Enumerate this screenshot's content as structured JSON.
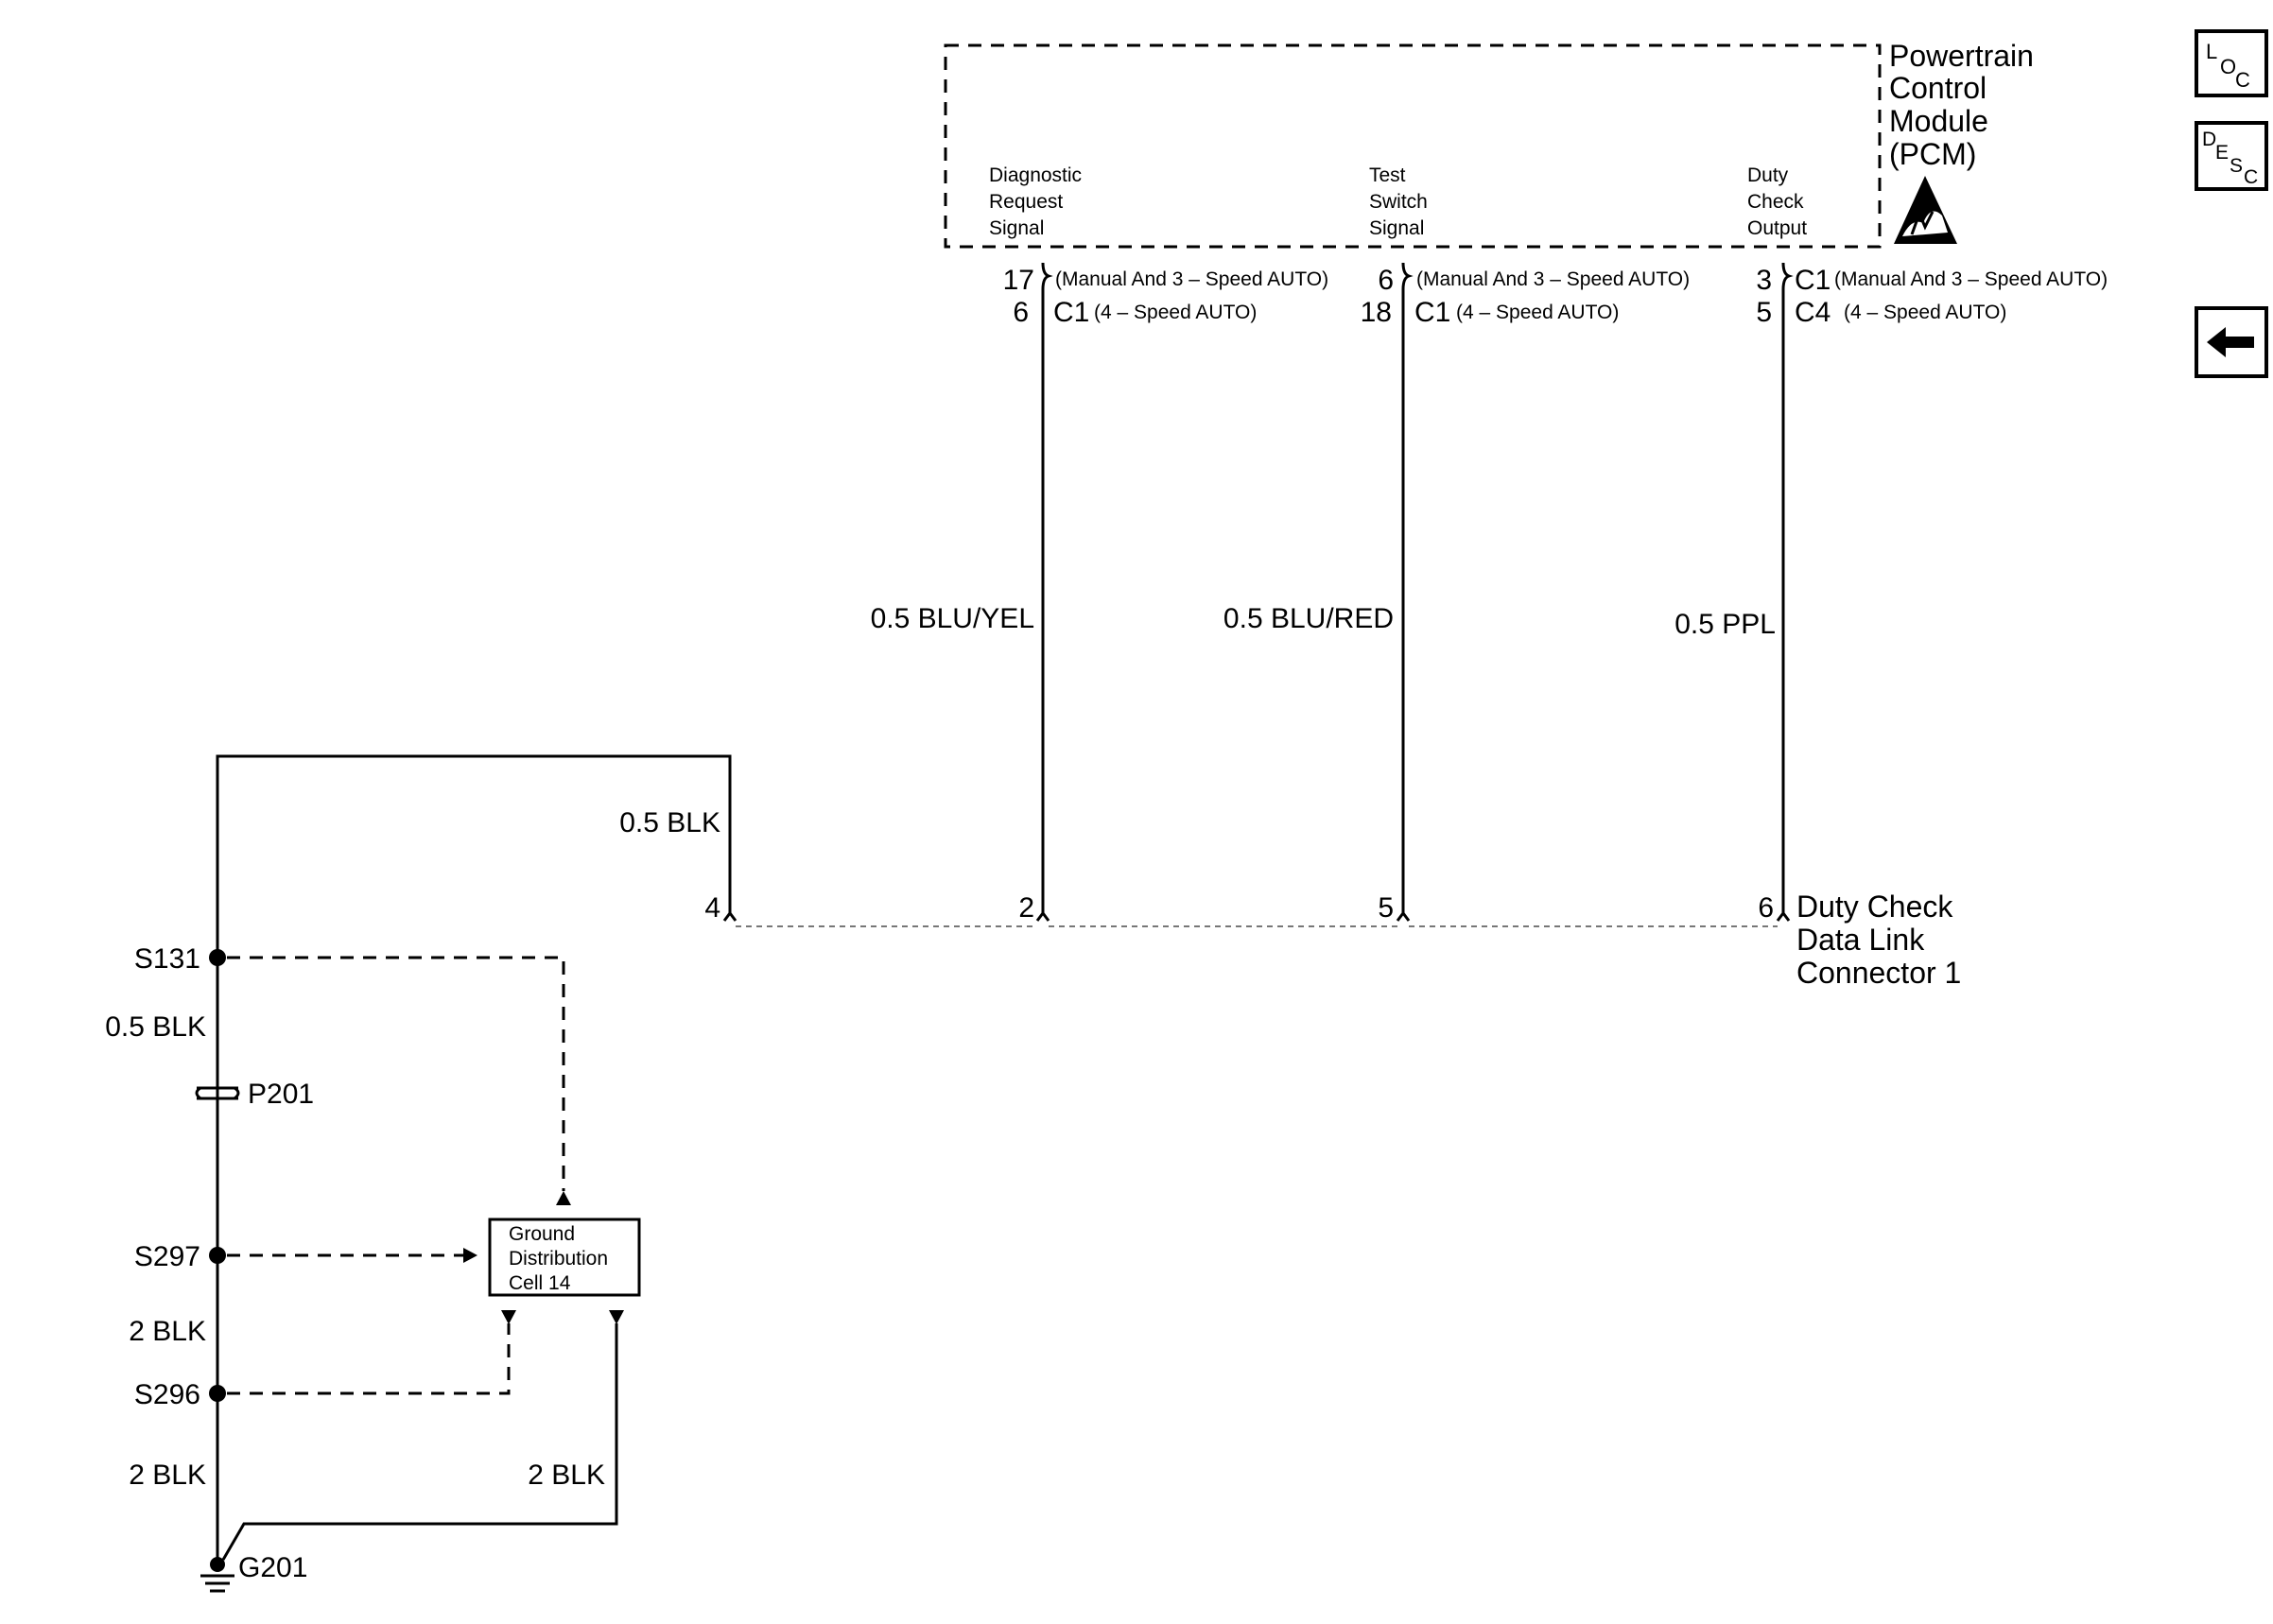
{
  "pcm": {
    "name_lines": [
      "Powertrain",
      "Control",
      "Module",
      "(PCM)"
    ],
    "esd_icon": "esd-sensitive-icon",
    "signals": [
      {
        "lines": [
          "Diagnostic",
          "Request",
          "Signal"
        ]
      },
      {
        "lines": [
          "Test",
          "Switch",
          "Signal"
        ]
      },
      {
        "lines": [
          "Duty",
          "Check",
          "Output"
        ]
      }
    ]
  },
  "pins": [
    {
      "top_pin": "17",
      "top_conn": "",
      "top_note": "(Manual And 3 – Speed AUTO)",
      "bot_pin": "6",
      "bot_conn": "C1",
      "bot_note": "(4 – Speed AUTO)"
    },
    {
      "top_pin": "6",
      "top_conn": "",
      "top_note": "(Manual And 3 – Speed AUTO)",
      "bot_pin": "18",
      "bot_conn": "C1",
      "bot_note": "(4 – Speed AUTO)"
    },
    {
      "top_pin": "3",
      "top_conn": "C1",
      "top_note": "(Manual And 3 – Speed AUTO)",
      "bot_pin": "5",
      "bot_conn": "C4",
      "bot_note": "(4 – Speed AUTO)"
    }
  ],
  "wires": [
    "0.5 BLU/YEL",
    "0.5 BLU/RED",
    "0.5 PPL",
    "0.5 BLK"
  ],
  "dlc": {
    "pins": [
      "4",
      "2",
      "5",
      "6"
    ],
    "name_lines": [
      "Duty Check",
      "Data Link",
      "Connector 1"
    ]
  },
  "splices": [
    "S131",
    "S297",
    "S296"
  ],
  "left_wires": [
    "0.5 BLK",
    "2 BLK",
    "2 BLK"
  ],
  "connector_p": "P201",
  "ground": "G201",
  "ground_box": {
    "lines": [
      "Ground",
      "Distribution",
      "Cell 14"
    ]
  },
  "ground_wire": "2 BLK",
  "nav": {
    "loc": {
      "big": "L",
      "small": "O",
      "sub": "C"
    },
    "desc": {
      "a": "D",
      "b": "E",
      "c": "S",
      "d": "C"
    },
    "back_icon": "back-arrow-icon"
  }
}
